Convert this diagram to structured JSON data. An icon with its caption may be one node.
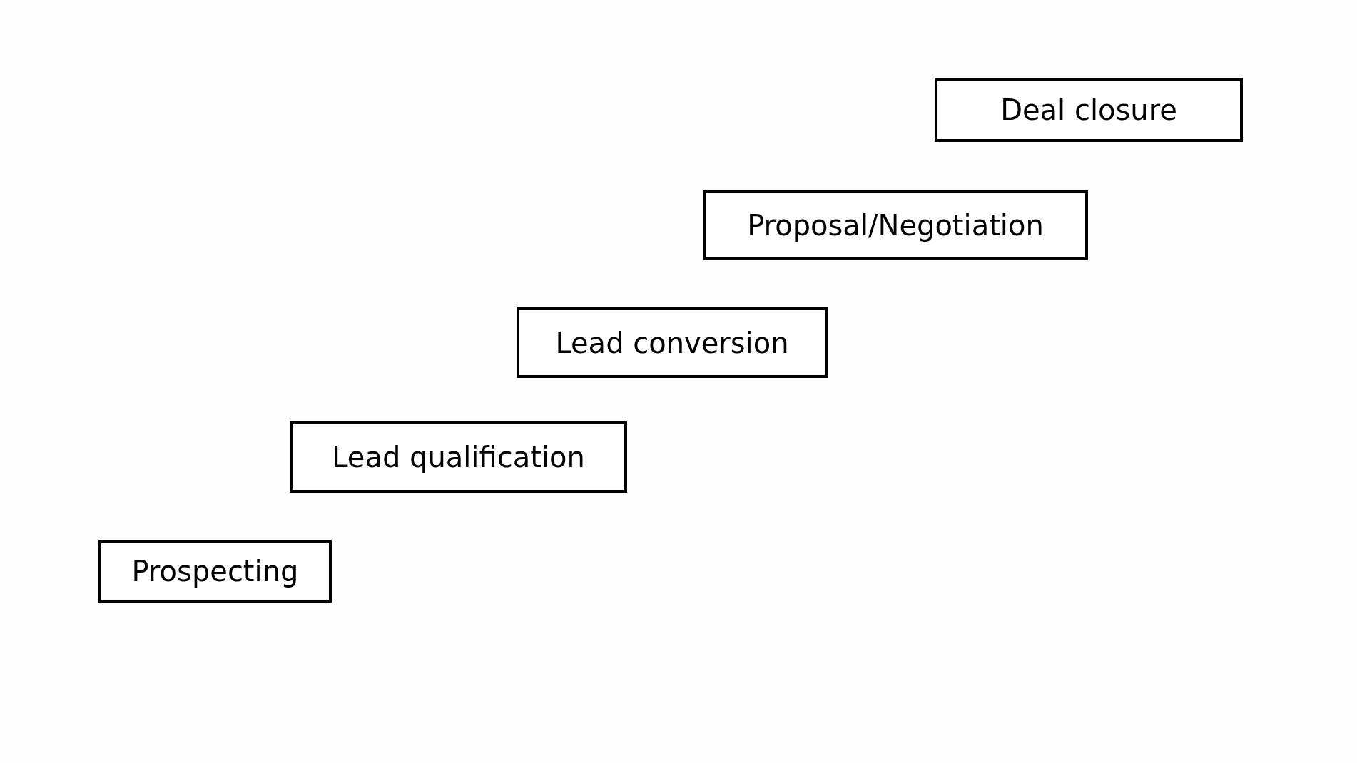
{
  "diagram": {
    "nodes": [
      {
        "text": [
          "Prospecting"
        ]
      },
      {
        "text": [
          "Lead qualification"
        ]
      },
      {
        "text": [
          "Lead conversion"
        ]
      },
      {
        "text": [
          "Proposal/Negotiation"
        ]
      },
      {
        "text": [
          "Deal closure"
        ]
      }
    ]
  }
}
